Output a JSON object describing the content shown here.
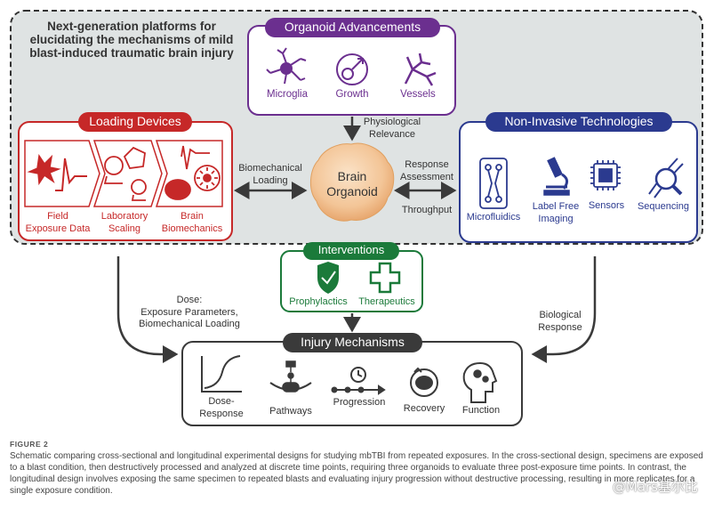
{
  "header": {
    "line1": "Next-generation platforms for",
    "line2": "elucidating the mechanisms of mild",
    "line3": "blast-induced traumatic brain injury"
  },
  "organoid_advancements": {
    "title": "Organoid Advancements",
    "items": [
      "Microglia",
      "Growth",
      "Vessels"
    ]
  },
  "physiological_relevance": [
    "Physiological",
    "Relevance"
  ],
  "loading_devices": {
    "title": "Loading Devices",
    "items": [
      {
        "line1": "Field",
        "line2": "Exposure Data"
      },
      {
        "line1": "Laboratory",
        "line2": "Scaling"
      },
      {
        "line1": "Brain",
        "line2": "Biomechanics"
      }
    ]
  },
  "biomechanical_loading": [
    "Biomechanical",
    "Loading"
  ],
  "brain_organoid": [
    "Brain",
    "Organoid"
  ],
  "response_assessment": [
    "Response",
    "Assessment"
  ],
  "throughput": "Throughput",
  "non_invasive": {
    "title": "Non-Invasive Technologies",
    "items": [
      {
        "line1": "Microfluidics",
        "line2": ""
      },
      {
        "line1": "Label Free",
        "line2": "Imaging"
      },
      {
        "line1": "Sensors",
        "line2": ""
      },
      {
        "line1": "Sequencing",
        "line2": ""
      }
    ]
  },
  "interventions": {
    "title": "Interventions",
    "items": [
      "Prophylactics",
      "Therapeutics"
    ]
  },
  "dose": [
    "Dose:",
    "Exposure Parameters,",
    "Biomechanical Loading"
  ],
  "biological_response": [
    "Biological",
    "Response"
  ],
  "injury_mechanisms": {
    "title": "Injury Mechanisms",
    "items": [
      {
        "line1": "Dose-",
        "line2": "Response"
      },
      {
        "line1": "Pathways",
        "line2": ""
      },
      {
        "line1": "Progression",
        "line2": ""
      },
      {
        "line1": "Recovery",
        "line2": ""
      },
      {
        "line1": "Function",
        "line2": ""
      }
    ]
  },
  "caption": {
    "figure_label": "FIGURE 2",
    "text": "Schematic comparing cross-sectional and longitudinal experimental designs for studying mbTBI from repeated exposures. In the cross-sectional design, specimens are exposed to a blast condition, then destructively processed and analyzed at discrete time points, requiring three organoids to evaluate three post-exposure time points. In contrast, the longitudinal design involves exposing the same specimen to repeated blasts and evaluating injury progression without destructive processing, resulting in more replicates for a single exposure condition."
  },
  "watermark": "@Mars基尔比",
  "colors": {
    "panel_bg": "#dfe3e3",
    "purple": "#6b2f8f",
    "red": "#c62828",
    "blue": "#2b3a8f",
    "green": "#1b7a3a",
    "dark": "#3a3a3a"
  }
}
